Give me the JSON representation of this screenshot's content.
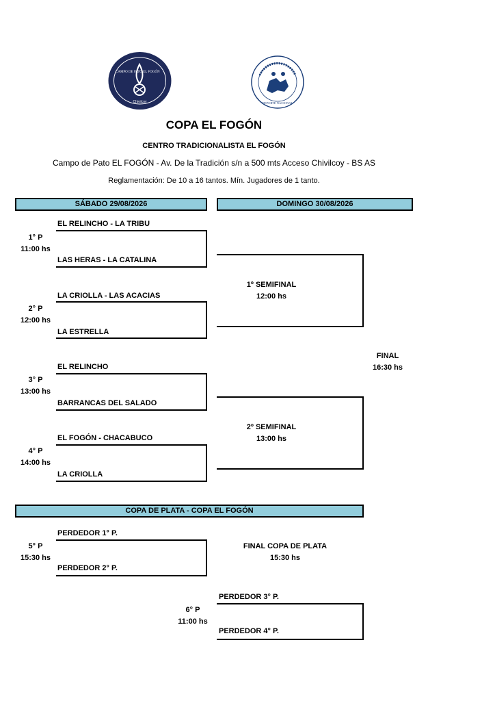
{
  "logos": {
    "left": {
      "text": "CAMPO DE PATO EL FOGÓN",
      "place": "Chivilcoy"
    },
    "right": {
      "text": "FEDERACIÓN ARGENTINA DE PATO",
      "sub": "DEPORTE NACIONAL"
    }
  },
  "title": "COPA EL FOGÓN",
  "subtitle": "CENTRO TRADICIONALISTA EL FOGÓN",
  "address": "Campo de Pato EL FOGÓN - Av. De la Tradición s/n a 500 mts Acceso Chivilcoy - BS AS",
  "rules": "Reglamentación: De 10 a 16 tantos. Mín. Jugadores de 1 tanto.",
  "headers": {
    "saturday": "SÁBADO 29/08/2026",
    "sunday": "DOMINGO 30/08/2026",
    "plata": "COPA DE PLATA  - COPA EL FOGÓN"
  },
  "matches": [
    {
      "num": "1° P",
      "time": "11:00 hs",
      "team_a": "EL RELINCHO - LA TRIBU",
      "team_b": "LAS HERAS - LA CATALINA"
    },
    {
      "num": "2° P",
      "time": "12:00 hs",
      "team_a": "LA CRIOLLA - LAS ACACIAS",
      "team_b": "LA ESTRELLA"
    },
    {
      "num": "3° P",
      "time": "13:00 hs",
      "team_a": "EL RELINCHO",
      "team_b": "BARRANCAS DEL SALADO"
    },
    {
      "num": "4° P",
      "time": "14:00 hs",
      "team_a": "EL FOGÓN - CHACABUCO",
      "team_b": "LA CRIOLLA"
    }
  ],
  "semifinals": [
    {
      "name": "1º SEMIFINAL",
      "time": "12:00 hs"
    },
    {
      "name": "2º SEMIFINAL",
      "time": "13:00 hs"
    }
  ],
  "final": {
    "name": "FINAL",
    "time": "16:30 hs"
  },
  "plata_matches": [
    {
      "num": "5° P",
      "time": "15:30 hs",
      "team_a": "PERDEDOR 1° P.",
      "team_b": "PERDEDOR 2° P."
    },
    {
      "num": "6° P",
      "time": "11:00 hs",
      "team_a": "PERDEDOR 3° P.",
      "team_b": "PERDEDOR 4° P."
    }
  ],
  "plata_final": {
    "name": "FINAL COPA DE PLATA",
    "time": "15:30 hs"
  },
  "colors": {
    "header_bg": "#92cddc",
    "logo_left_bg": "#1f2a5a",
    "logo_right": "#1c3f7a"
  }
}
